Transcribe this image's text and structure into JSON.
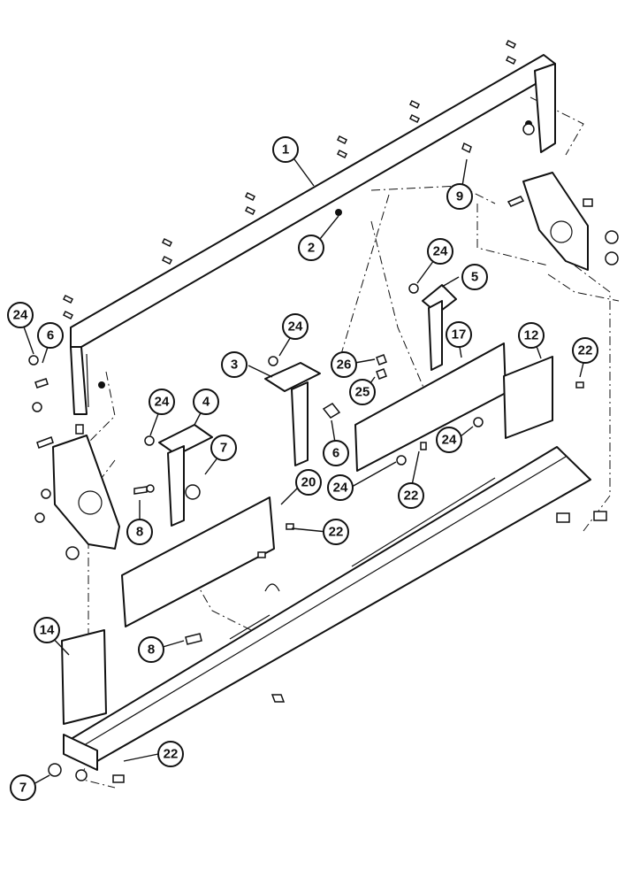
{
  "callouts": [
    {
      "id": "c1",
      "label": "1"
    },
    {
      "id": "c2",
      "label": "2"
    },
    {
      "id": "c3",
      "label": "3"
    },
    {
      "id": "c4",
      "label": "4"
    },
    {
      "id": "c5",
      "label": "5"
    },
    {
      "id": "c6a",
      "label": "6"
    },
    {
      "id": "c6b",
      "label": "6"
    },
    {
      "id": "c7a",
      "label": "7"
    },
    {
      "id": "c7b",
      "label": "7"
    },
    {
      "id": "c8a",
      "label": "8"
    },
    {
      "id": "c8b",
      "label": "8"
    },
    {
      "id": "c9",
      "label": "9"
    },
    {
      "id": "c12",
      "label": "12"
    },
    {
      "id": "c14",
      "label": "14"
    },
    {
      "id": "c17",
      "label": "17"
    },
    {
      "id": "c20",
      "label": "20"
    },
    {
      "id": "c22a",
      "label": "22"
    },
    {
      "id": "c22b",
      "label": "22"
    },
    {
      "id": "c22c",
      "label": "22"
    },
    {
      "id": "c22d",
      "label": "22"
    },
    {
      "id": "c24a",
      "label": "24"
    },
    {
      "id": "c24b",
      "label": "24"
    },
    {
      "id": "c24c",
      "label": "24"
    },
    {
      "id": "c24d",
      "label": "24"
    },
    {
      "id": "c24e",
      "label": "24"
    },
    {
      "id": "c24f",
      "label": "24"
    },
    {
      "id": "c25",
      "label": "25"
    },
    {
      "id": "c26",
      "label": "26"
    }
  ]
}
